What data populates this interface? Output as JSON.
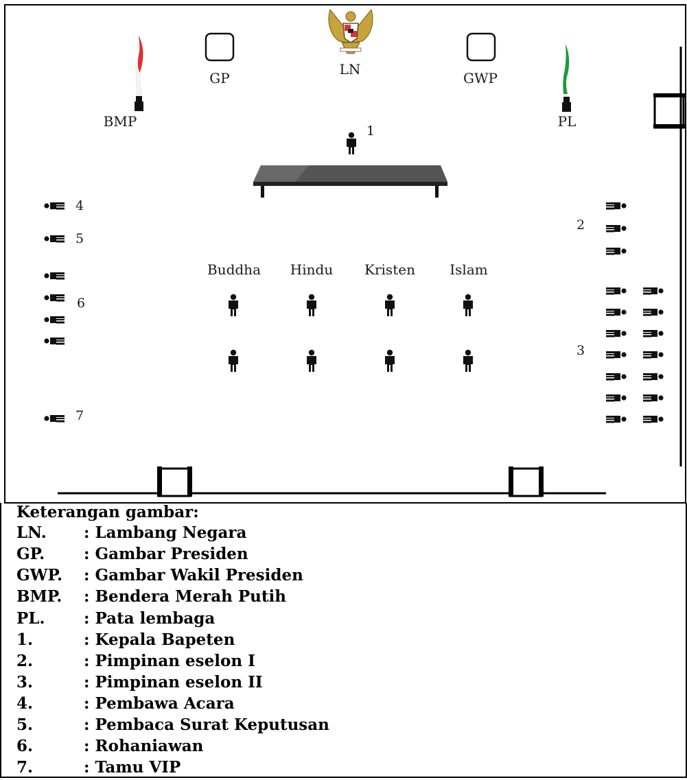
{
  "diagram": {
    "labels": {
      "ln": "LN",
      "gp": "GP",
      "gwp": "GWP",
      "bmp": "BMP",
      "pl": "PL"
    },
    "numbers": {
      "n1": "1",
      "n2": "2",
      "n3": "3",
      "n4": "4",
      "n5": "5",
      "n6": "6",
      "n7": "7"
    },
    "religions": [
      "Buddha",
      "Hindu",
      "Kristen",
      "Islam"
    ],
    "colors": {
      "flag_red": "#e0302e",
      "flag_green": "#1a9a3a",
      "emblem_gold": "#c8a23a"
    },
    "icons": [
      "garuda-emblem-icon",
      "picture-frame-icon",
      "flag-icon",
      "person-icon",
      "table-icon",
      "door-icon"
    ]
  },
  "legend": {
    "title": "Keterangan gambar:",
    "items": [
      {
        "code": "LN.",
        "desc": ": Lambang Negara"
      },
      {
        "code": "GP.",
        "desc": ": Gambar Presiden"
      },
      {
        "code": "GWP.",
        "desc": ": Gambar Wakil Presiden"
      },
      {
        "code": "BMP.",
        "desc": ": Bendera Merah Putih"
      },
      {
        "code": "PL.",
        "desc": ": Pata lembaga"
      },
      {
        "code": "1.",
        "desc": ": Kepala Bapeten"
      },
      {
        "code": "2.",
        "desc": ": Pimpinan eselon I"
      },
      {
        "code": "3.",
        "desc": ": Pimpinan eselon II"
      },
      {
        "code": "4.",
        "desc": ": Pembawa Acara"
      },
      {
        "code": "5.",
        "desc": ": Pembaca Surat Keputusan"
      },
      {
        "code": "6.",
        "desc": ": Rohaniawan"
      },
      {
        "code": "7.",
        "desc": ": Tamu VIP"
      }
    ]
  }
}
